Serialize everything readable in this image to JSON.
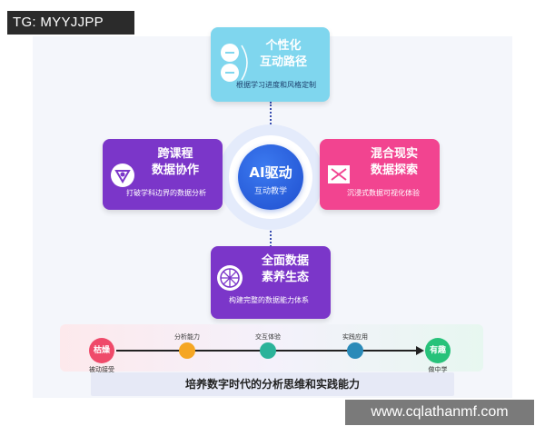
{
  "watermark_tl": "TG: MYYJJPP",
  "watermark_br": "www.cqlathanmf.com",
  "hub": {
    "title": "AI驱动",
    "subtitle": "互动教学"
  },
  "cards": {
    "top": {
      "title_l1": "个性化",
      "title_l2": "互动路径",
      "subtitle": "根据学习进度和风格定制",
      "icon": "toggle-icon"
    },
    "left": {
      "title_l1": "跨课程",
      "title_l2": "数据协作",
      "subtitle": "打破学科边界的数据分析",
      "icon": "heart-network-icon"
    },
    "right": {
      "title_l1": "混合现实",
      "title_l2": "数据探索",
      "subtitle": "沉浸式数据可视化体验",
      "icon": "vr-box-icon"
    },
    "bottom": {
      "title_l1": "全面数据",
      "title_l2": "素养生态",
      "subtitle": "构建完整的数据能力体系",
      "icon": "wheel-icon"
    }
  },
  "progress": {
    "start": {
      "label": "枯燥",
      "caption": "被动接受"
    },
    "end": {
      "label": "有趣",
      "caption": "做中学"
    },
    "stages": [
      {
        "label": "分析能力",
        "color": "#f5a623"
      },
      {
        "label": "交互体验",
        "color": "#2bb39a"
      },
      {
        "label": "实践应用",
        "color": "#2a8ab8"
      }
    ],
    "footer": "培养数字时代的分析思维和实践能力"
  },
  "colors": {
    "hub": "#1f4fcf",
    "top_card": "#7fd6ee",
    "purple_card": "#7b36c9",
    "pink_card": "#f24490"
  }
}
